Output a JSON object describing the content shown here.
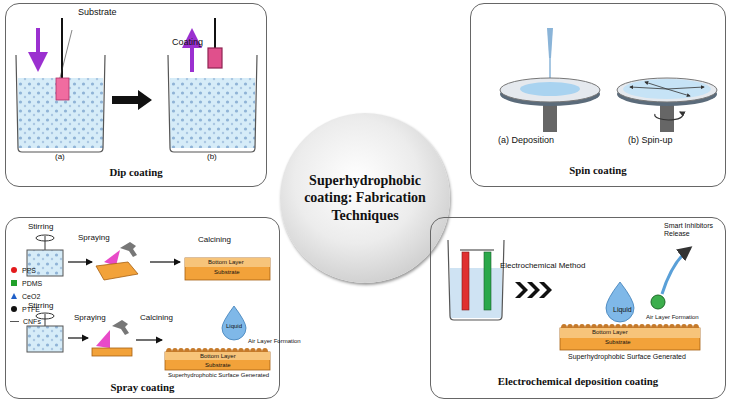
{
  "diagram": {
    "nodes": [
      {
        "text": [
          "Dip coating"
        ]
      },
      {
        "text": [
          "Spin coating"
        ]
      },
      {
        "text": [
          "Superhydrophobic coating: Fabrication Techniques"
        ]
      },
      {
        "text": [
          "Spray coating"
        ]
      },
      {
        "text": [
          "Electrochemical deposition coating"
        ]
      }
    ],
    "labels": [
      "Substrate",
      "Coating",
      "(a)",
      "(b)",
      "(a) Deposition",
      "(b) Spin-up",
      "Stirring",
      "Spraying",
      "Calcining",
      "Bottom Layer",
      "Substrate",
      "Stirring",
      "Spraying",
      "Calcining",
      "Liquid",
      "Air Layer Formation",
      "Bottom Layer",
      "Substrate",
      "Superhydrophobic Surface Generated",
      "Electrochemical Method",
      "Smart Inhibitors Release",
      "Liquid",
      "Air Layer Formation",
      "Bottom Layer",
      "Substrate",
      "Superhydrophobic Surface Generated"
    ],
    "legend": [
      {
        "text": "PPS",
        "color": "#e31a1c"
      },
      {
        "text": "PDMS",
        "color": "#22a02a"
      },
      {
        "text": "CeO2",
        "color": "#1f5fc8"
      },
      {
        "text": "PTFE",
        "color": "#111111"
      },
      {
        "text": "CNFs"
      }
    ]
  }
}
